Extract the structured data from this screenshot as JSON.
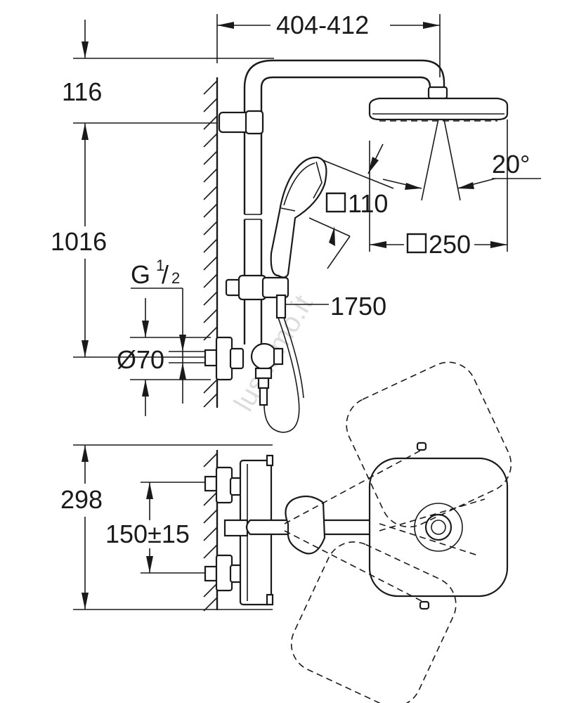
{
  "dimensions": {
    "width_label": "404-412",
    "top_offset_label": "116",
    "height_label": "1016",
    "thread_label_main": "G",
    "thread_label_num": "1",
    "thread_label_den": "2",
    "rosette_label": "Ø70",
    "handshower_label": "110",
    "headshower_label": "250",
    "angle_label": "20°",
    "hose_label": "1750",
    "depth_label": "298",
    "spacing_label": "150±15"
  },
  "watermark": "lusuamo.it"
}
